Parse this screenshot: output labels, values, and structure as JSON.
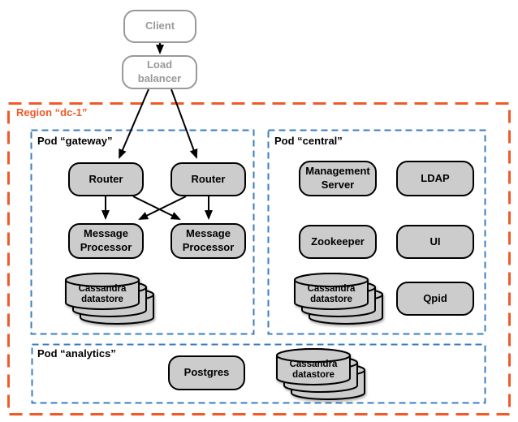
{
  "external": {
    "client": "Client",
    "load_balancer": "Load balancer"
  },
  "region": {
    "label": "Region “dc-1”"
  },
  "pods": {
    "gateway": {
      "label": "Pod “gateway”",
      "router1": "Router",
      "router2": "Router",
      "mp1": "Message Processor",
      "mp2": "Message Processor",
      "cassandra": "Cassandra datastore"
    },
    "central": {
      "label": "Pod “central”",
      "management": "Management Server",
      "ldap": "LDAP",
      "zookeeper": "Zookeeper",
      "ui": "UI",
      "cassandra": "Cassandra datastore",
      "qpid": "Qpid"
    },
    "analytics": {
      "label": "Pod “analytics”",
      "postgres": "Postgres",
      "cassandra": "Cassandra datastore"
    }
  },
  "colors": {
    "region_border": "#F05A28",
    "pod_border": "#3B7EC0",
    "node_fill": "#CCCCCC",
    "node_border": "#000000",
    "external_border": "#999999",
    "arrow": "#000000"
  }
}
